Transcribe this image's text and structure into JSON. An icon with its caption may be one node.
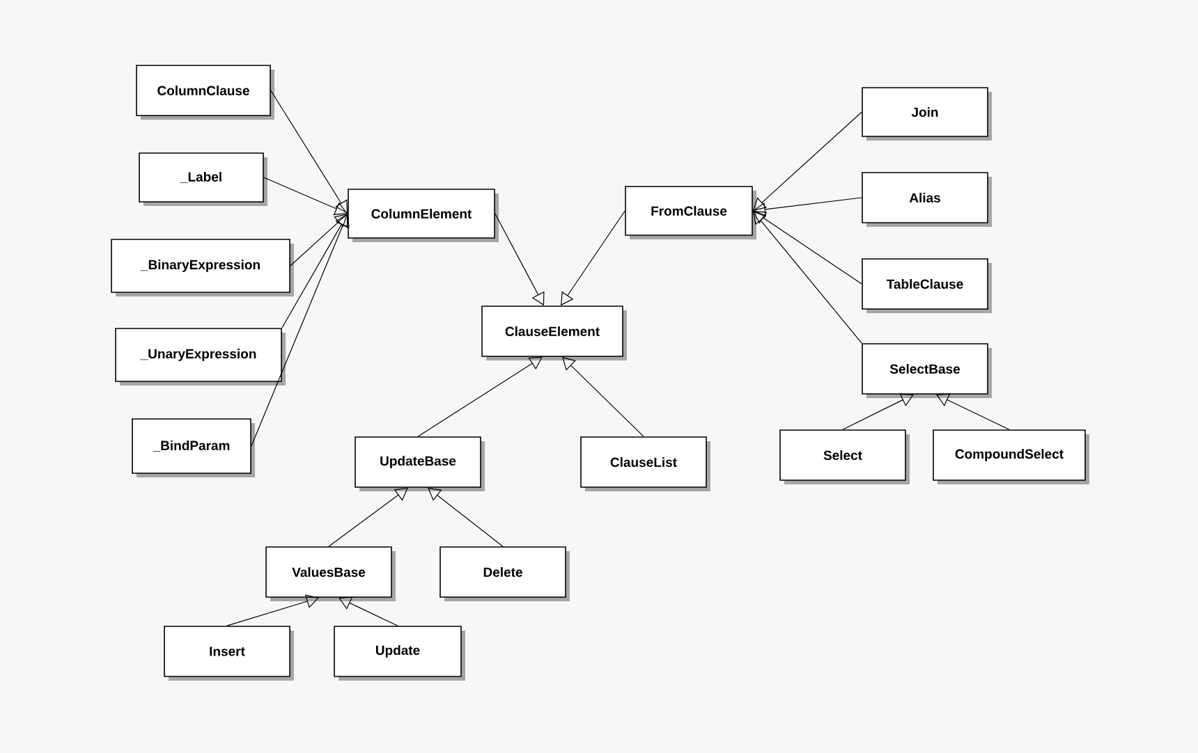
{
  "diagram": {
    "nodes": [
      {
        "text": [
          "ColumnClause"
        ]
      },
      {
        "text": [
          "_Label"
        ]
      },
      {
        "text": [
          "_BinaryExpression"
        ]
      },
      {
        "text": [
          "_UnaryExpression"
        ]
      },
      {
        "text": [
          "_BindParam"
        ]
      },
      {
        "text": [
          "ColumnElement"
        ]
      },
      {
        "text": [
          "FromClause"
        ]
      },
      {
        "text": [
          "Join"
        ]
      },
      {
        "text": [
          "Alias"
        ]
      },
      {
        "text": [
          "TableClause"
        ]
      },
      {
        "text": [
          "SelectBase"
        ]
      },
      {
        "text": [
          "ClauseElement"
        ]
      },
      {
        "text": [
          "UpdateBase"
        ]
      },
      {
        "text": [
          "ClauseList"
        ]
      },
      {
        "text": [
          "Select"
        ]
      },
      {
        "text": [
          "CompoundSelect"
        ]
      },
      {
        "text": [
          "ValuesBase"
        ]
      },
      {
        "text": [
          "Delete"
        ]
      },
      {
        "text": [
          "Insert"
        ]
      },
      {
        "text": [
          "Update"
        ]
      }
    ],
    "edges": [
      {
        "from": 0,
        "to": 5,
        "arrow": "to"
      },
      {
        "from": 1,
        "to": 5,
        "arrow": "to"
      },
      {
        "from": 2,
        "to": 5,
        "arrow": "to"
      },
      {
        "from": 3,
        "to": 5,
        "arrow": "to"
      },
      {
        "from": 4,
        "to": 5,
        "arrow": "to"
      },
      {
        "from": 5,
        "to": 11,
        "arrow": "to"
      },
      {
        "from": 6,
        "to": 11,
        "arrow": "to"
      },
      {
        "from": 7,
        "to": 6,
        "arrow": "to"
      },
      {
        "from": 8,
        "to": 6,
        "arrow": "to"
      },
      {
        "from": 9,
        "to": 6,
        "arrow": "to"
      },
      {
        "from": 10,
        "to": 6,
        "arrow": "to"
      },
      {
        "from": 12,
        "to": 11,
        "arrow": "to"
      },
      {
        "from": 13,
        "to": 11,
        "arrow": "to"
      },
      {
        "from": 16,
        "to": 12,
        "arrow": "to"
      },
      {
        "from": 17,
        "to": 12,
        "arrow": "to"
      },
      {
        "from": 18,
        "to": 16,
        "arrow": "to"
      },
      {
        "from": 19,
        "to": 16,
        "arrow": "to"
      },
      {
        "from": 14,
        "to": 10,
        "arrow": "to"
      },
      {
        "from": 15,
        "to": 10,
        "arrow": "to"
      }
    ]
  }
}
